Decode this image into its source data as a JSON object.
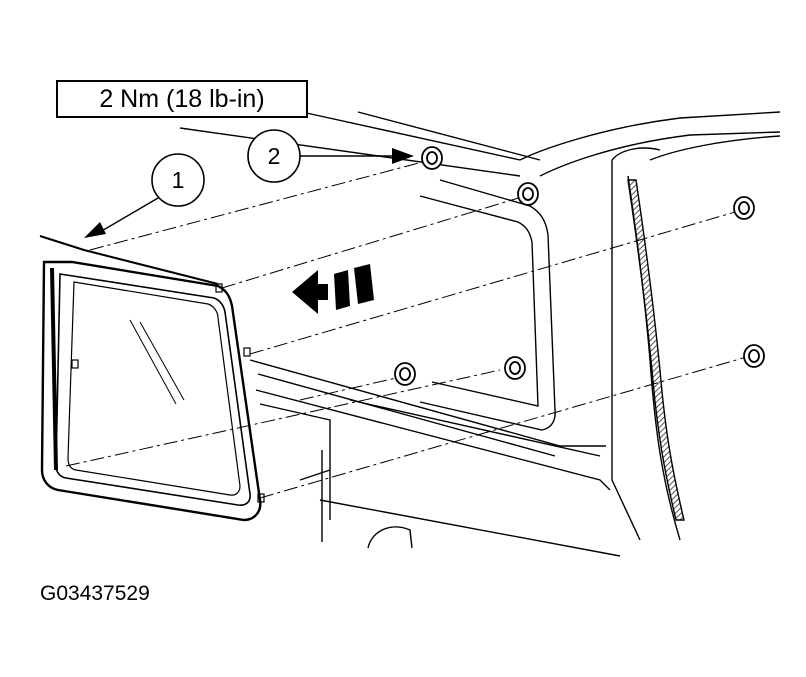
{
  "torque_spec": "2 Nm (18 lb-in)",
  "figure_id": "G03437529",
  "callouts": [
    {
      "number": "1",
      "target": "rear window glass assembly"
    },
    {
      "number": "2",
      "target": "nuts"
    }
  ],
  "colors": {
    "line": "#000000",
    "background": "#ffffff",
    "hatch": "#555555"
  }
}
